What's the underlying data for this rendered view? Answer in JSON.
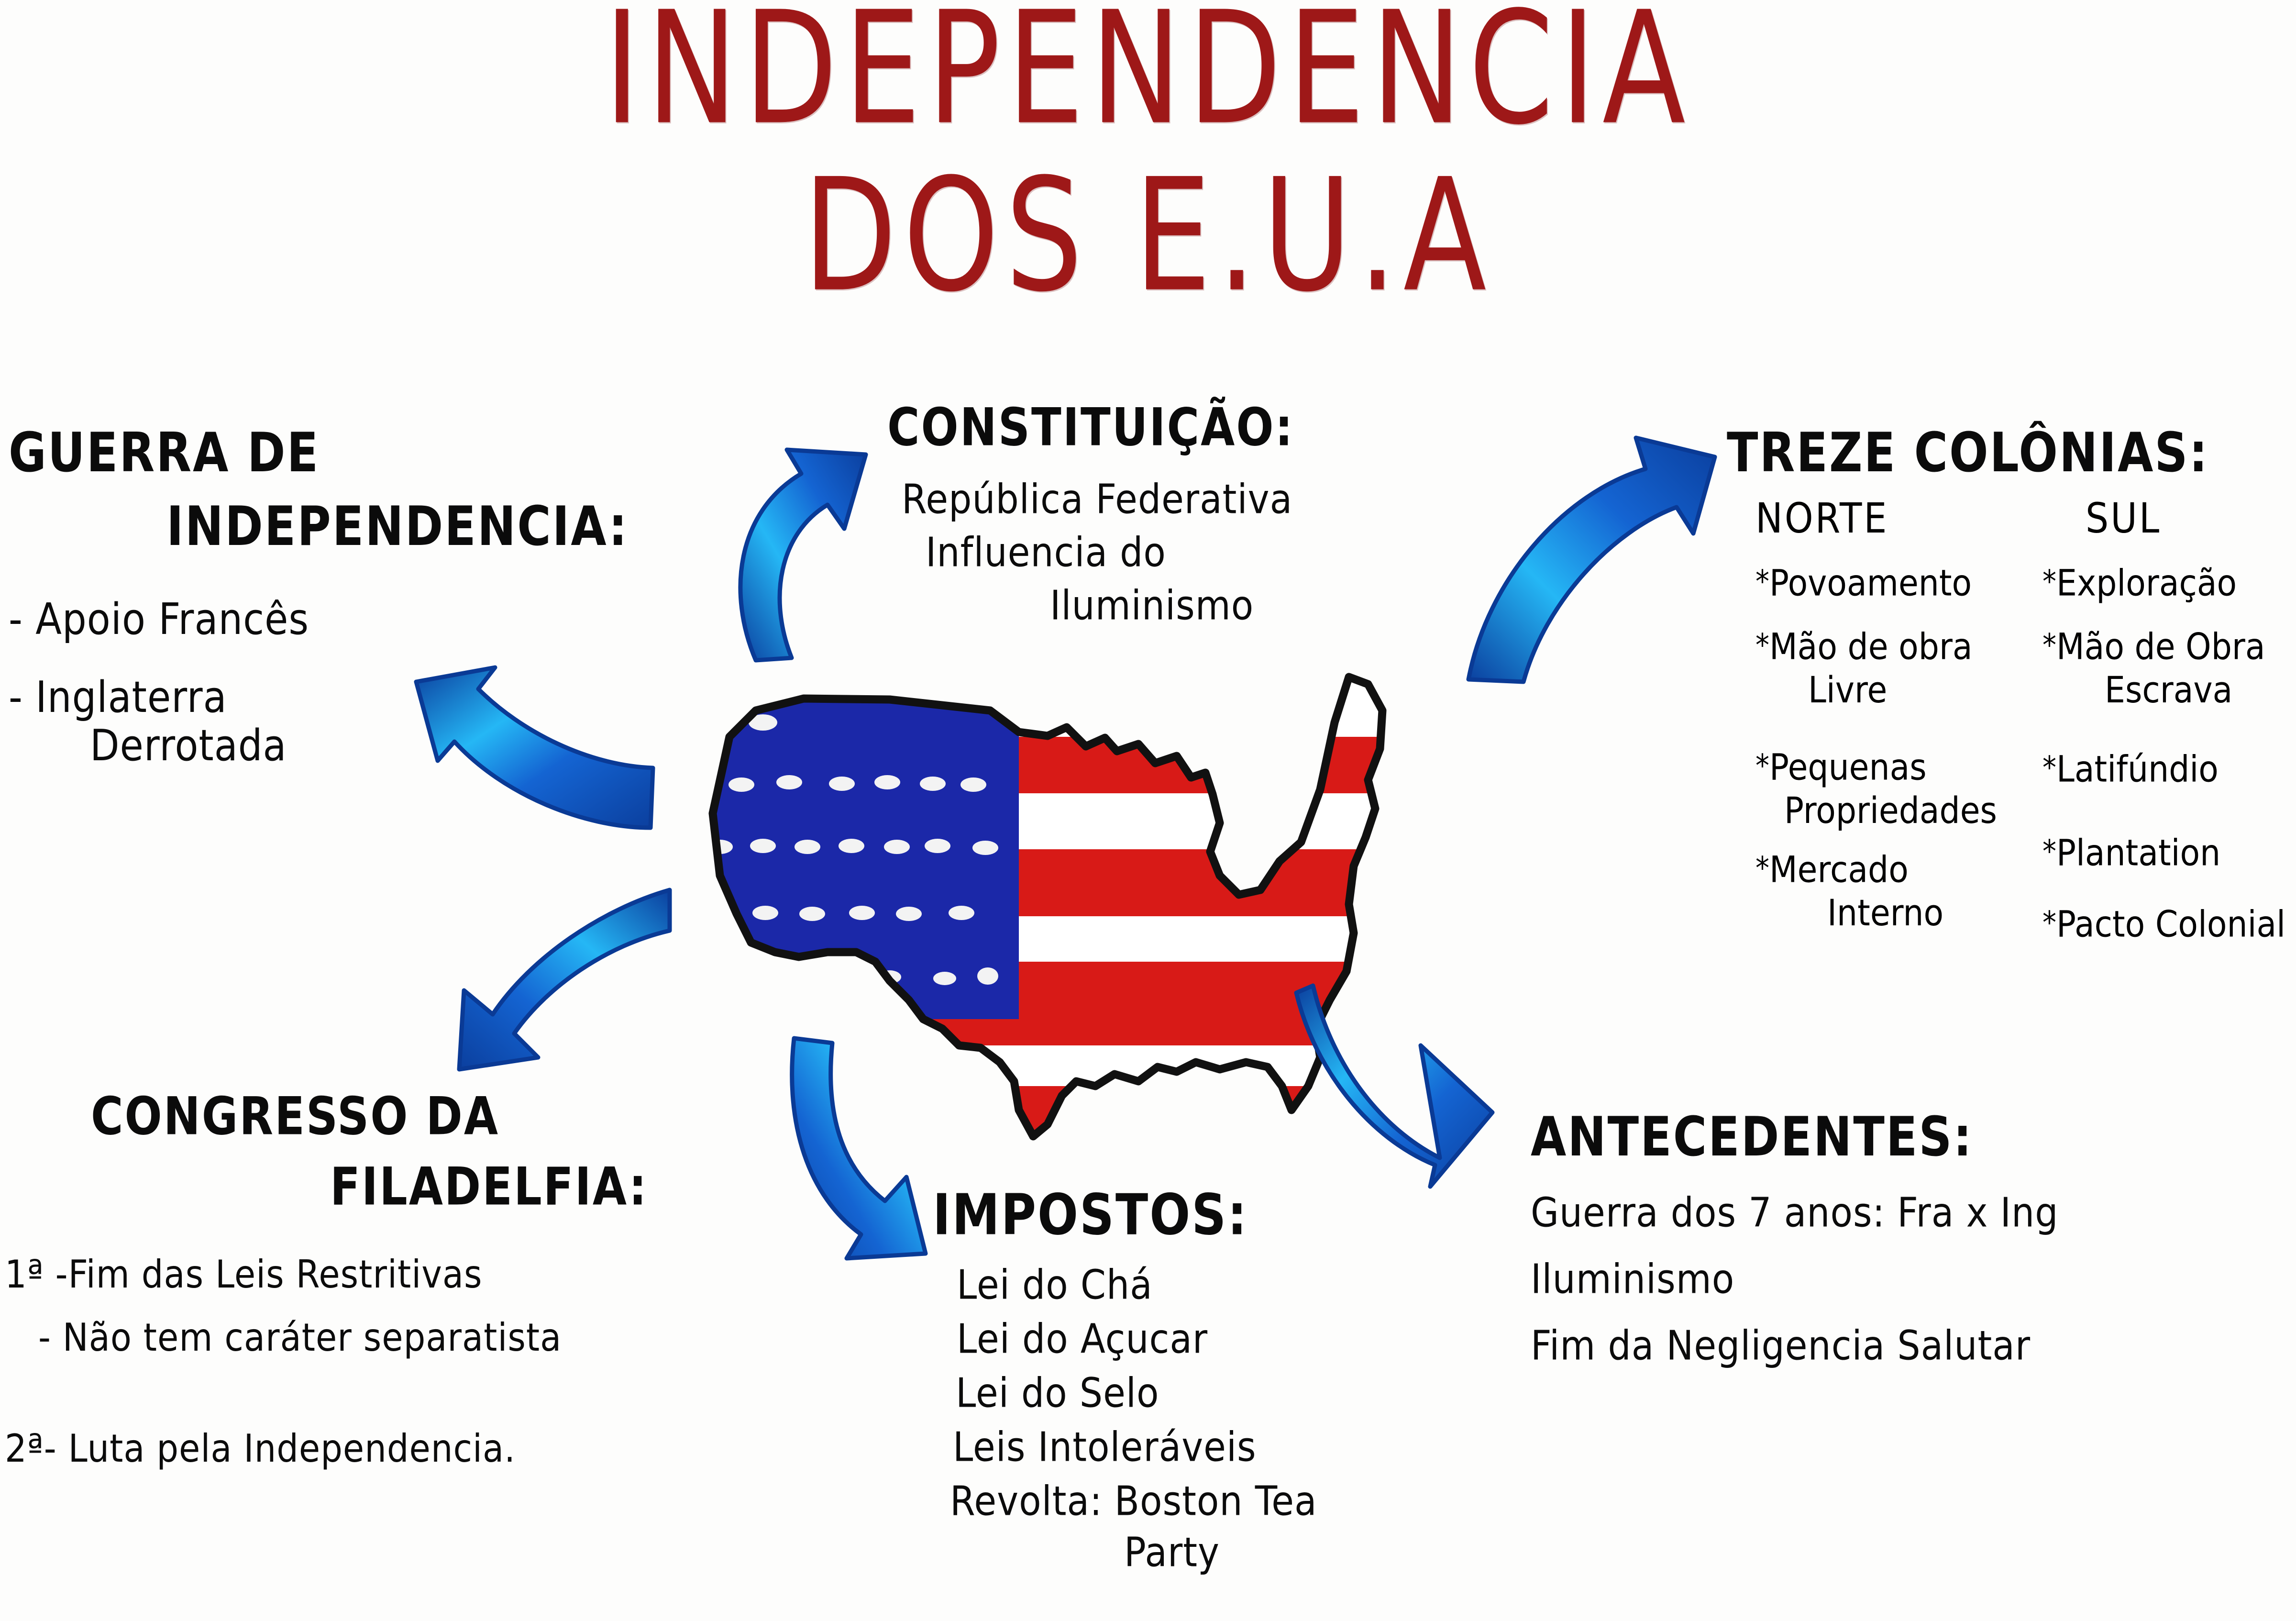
{
  "title": {
    "line1": "INDEPENDENCIA",
    "line2": "DOS E.U.A"
  },
  "colors": {
    "title_red": "#9e1818",
    "ink_black": "#0b0b0b",
    "arrow_blue": "#1464d2",
    "arrow_blue_light": "#25b7f5",
    "arrow_blue_dark": "#0b3f9e",
    "flag_red": "#d81a17",
    "flag_blue": "#1b28a8",
    "flag_white": "#ffffff",
    "background": "#ffffff"
  },
  "sections": {
    "guerra": {
      "heading_line1": "GUERRA DE",
      "heading_line2": "INDEPENDENCIA:",
      "items": [
        "- Apoio Francês",
        "- Inglaterra",
        "Derrotada"
      ]
    },
    "constituicao": {
      "heading": "CONSTITUIÇÃO:",
      "items": [
        "República Federativa",
        "Influencia do",
        "Iluminismo"
      ]
    },
    "treze_colonias": {
      "heading": "TREZE COLÔNIAS:",
      "columns": [
        {
          "name": "NORTE",
          "items": [
            {
              "bullet": "*",
              "main": "Povoamento",
              "sub": ""
            },
            {
              "bullet": "*",
              "main": "Mão de obra",
              "sub": "Livre"
            },
            {
              "bullet": "*",
              "main": "Pequenas",
              "sub": "Propriedades"
            },
            {
              "bullet": "*",
              "main": "Mercado",
              "sub": "Interno"
            }
          ]
        },
        {
          "name": "SUL",
          "items": [
            {
              "bullet": "*",
              "main": "Exploração",
              "sub": ""
            },
            {
              "bullet": "*",
              "main": "Mão de Obra",
              "sub": "Escrava"
            },
            {
              "bullet": "*",
              "main": "Latifúndio",
              "sub": ""
            },
            {
              "bullet": "*",
              "main": "Plantation",
              "sub": ""
            },
            {
              "bullet": "*",
              "main": "Pacto Colonial",
              "sub": ""
            }
          ]
        }
      ]
    },
    "congresso": {
      "heading_line1": "CONGRESSO DA",
      "heading_line2": "FILADELFIA:",
      "items": [
        "1ª -Fim das Leis Restritivas",
        "- Não tem caráter separatista",
        "2ª- Luta pela Independencia."
      ]
    },
    "impostos": {
      "heading": "IMPOSTOS:",
      "items": [
        "Lei do Chá",
        "Lei do Açucar",
        "Lei do Selo",
        "Leis Intoleráveis",
        "Revolta: Boston Tea",
        "Party"
      ]
    },
    "antecedentes": {
      "heading": "ANTECEDENTES:",
      "items": [
        "Guerra dos 7 anos: Fra x Ing",
        "Iluminismo",
        "Fim da Negligencia Salutar"
      ]
    }
  },
  "center_graphic": {
    "name": "usa-map-flag",
    "description": "Map of the contiguous United States filled with the American flag: blue canton with white stars at upper-left and red-and-white horizontal stripes"
  },
  "arrows": [
    {
      "name": "arrow-to-guerra",
      "direction": "up-left",
      "target": "GUERRA DE INDEPENDENCIA"
    },
    {
      "name": "arrow-to-constituicao",
      "direction": "up",
      "target": "CONSTITUIÇÃO"
    },
    {
      "name": "arrow-to-treze-colonias",
      "direction": "up-right",
      "target": "TREZE COLÔNIAS"
    },
    {
      "name": "arrow-to-congresso",
      "direction": "down-left",
      "target": "CONGRESSO DA FILADELFIA"
    },
    {
      "name": "arrow-to-impostos",
      "direction": "down",
      "target": "IMPOSTOS"
    },
    {
      "name": "arrow-to-antecedentes",
      "direction": "down-right",
      "target": "ANTECEDENTES"
    }
  ]
}
